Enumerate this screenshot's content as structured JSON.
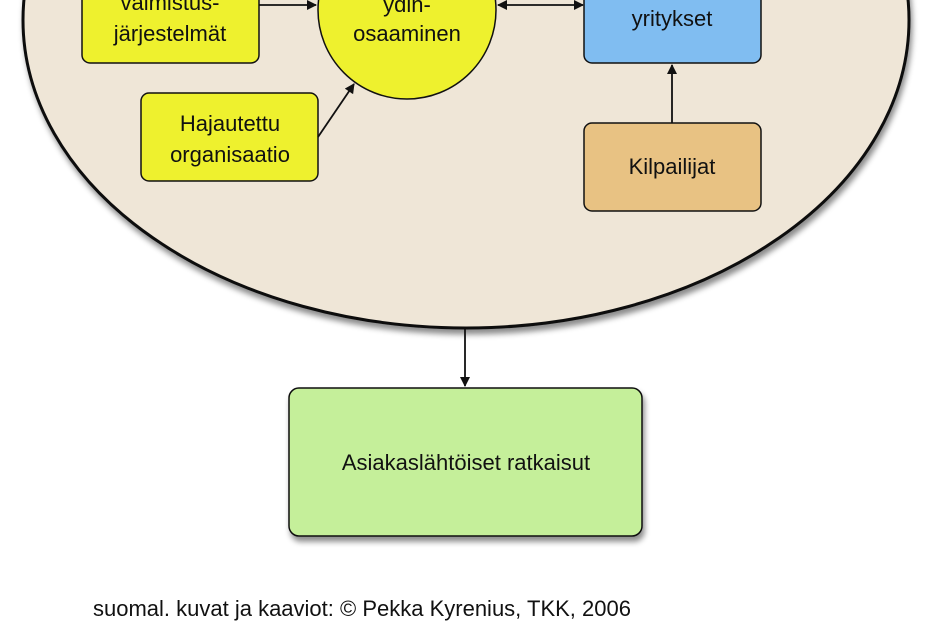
{
  "colors": {
    "ellipse_fill": "#efe6d7",
    "yellow": "#eef12e",
    "blue": "#80bdf1",
    "orange": "#e8c283",
    "green": "#c5ef9a",
    "stroke": "#111111"
  },
  "nodes": {
    "manufacturing": {
      "line1": "valmistus-",
      "line2": "järjestelmät"
    },
    "core": {
      "line1": "ydin-",
      "line2": "osaaminen"
    },
    "companies": {
      "line1": "yritykset"
    },
    "distributed": {
      "line1": "Hajautettu",
      "line2": "organisaatio"
    },
    "competitors": {
      "line1": "Kilpailijat"
    },
    "solutions": {
      "line1": "Asiakaslähtöiset ratkaisut"
    }
  },
  "caption": "suomal. kuvat ja kaaviot: © Pekka Kyrenius, TKK, 2006"
}
